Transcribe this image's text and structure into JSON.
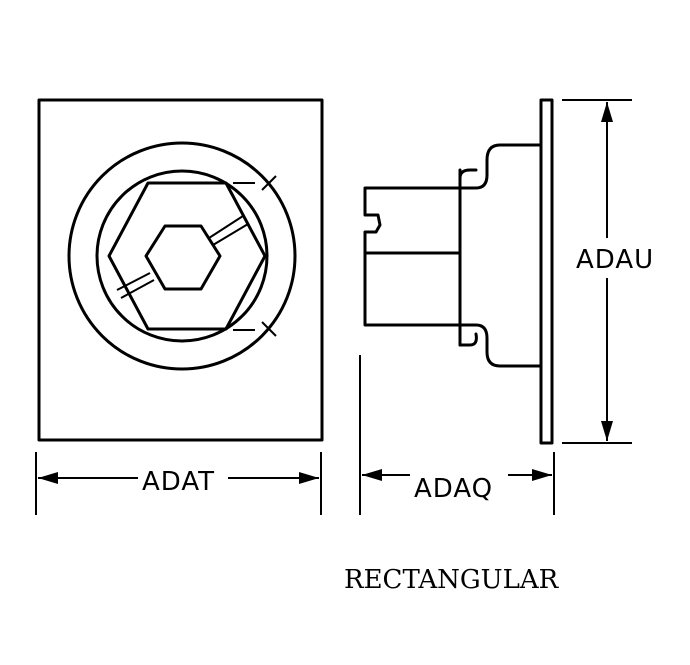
{
  "labels": {
    "width": "ADAT",
    "depth": "ADAQ",
    "height": "ADAU",
    "caption": "RECTANGULAR"
  },
  "colors": {
    "ink": "#000000",
    "paper": "#ffffff"
  }
}
